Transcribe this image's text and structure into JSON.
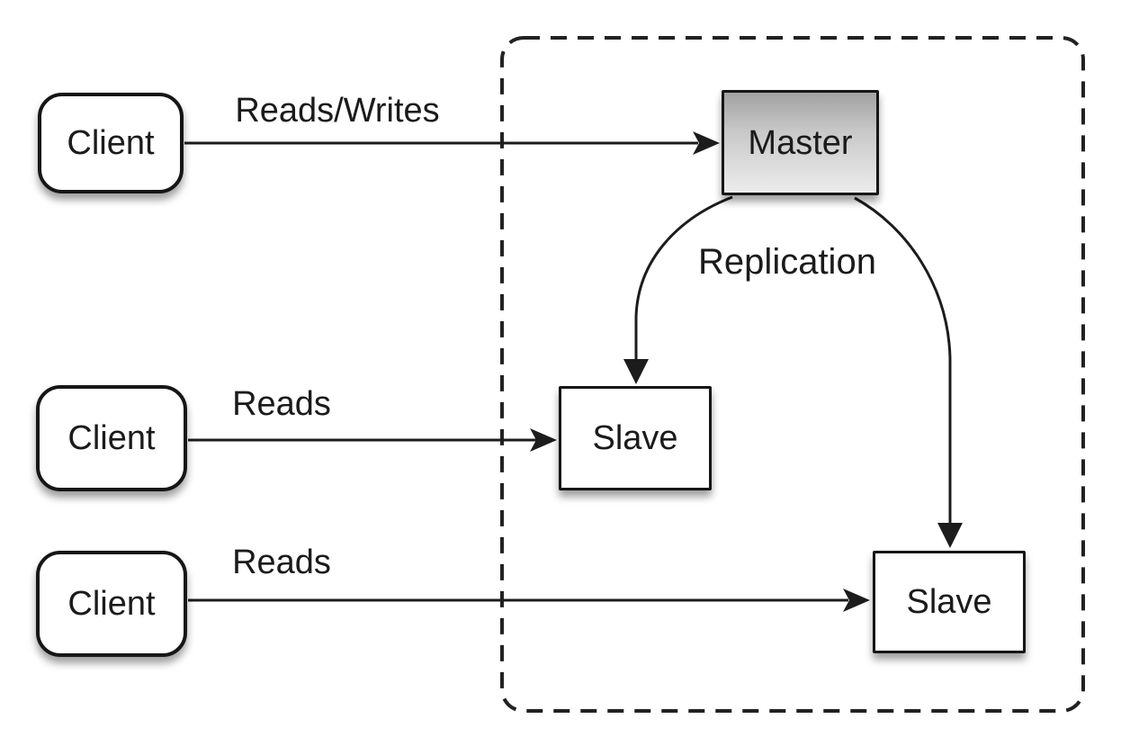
{
  "diagram": {
    "nodes": {
      "clients": [
        {
          "label": "Client"
        },
        {
          "label": "Client"
        },
        {
          "label": "Client"
        }
      ],
      "master": {
        "label": "Master"
      },
      "slaves": [
        {
          "label": "Slave"
        },
        {
          "label": "Slave"
        }
      ]
    },
    "edges": {
      "client1_to_master": {
        "label": "Reads/Writes",
        "from": "Client",
        "to": "Master",
        "style": "straight-arrow"
      },
      "client2_to_slave1": {
        "label": "Reads",
        "from": "Client",
        "to": "Slave",
        "style": "straight-arrow"
      },
      "client3_to_slave2": {
        "label": "Reads",
        "from": "Client",
        "to": "Slave",
        "style": "straight-arrow"
      },
      "master_to_slave1": {
        "label": "Replication",
        "from": "Master",
        "to": "Slave",
        "style": "curved-arrow"
      },
      "master_to_slave2": {
        "label": "Replication",
        "from": "Master",
        "to": "Slave",
        "style": "curved-arrow"
      }
    },
    "boundary": {
      "name": "replication-group",
      "style": "dashed-rounded-rect"
    },
    "colors": {
      "background": "#ffffff",
      "line": "#1c1c1c",
      "node_fill": "#ffffff",
      "node_border": "#161616",
      "master_fill_top": "#a2a2a2",
      "master_fill_bottom": "#ececec",
      "text": "#1b1b1b"
    }
  }
}
